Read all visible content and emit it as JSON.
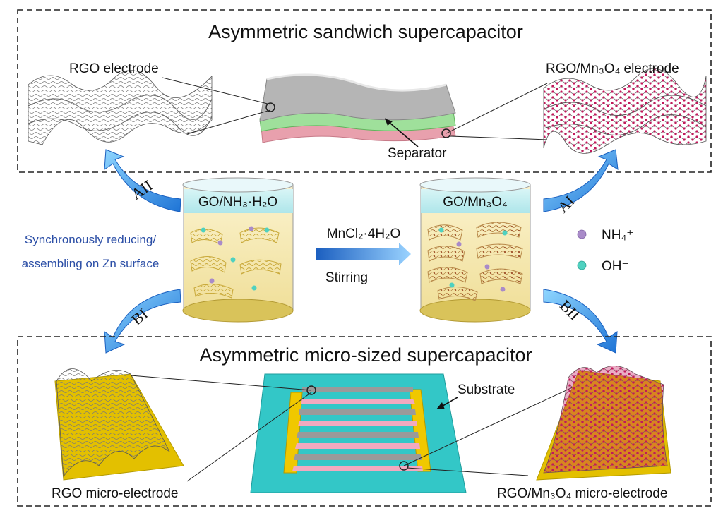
{
  "top_panel": {
    "title": "Asymmetric sandwich supercapacitor",
    "left_label": "RGO electrode",
    "right_label": "RGO/Mn₃O₄ electrode",
    "separator_label": "Separator"
  },
  "bottom_panel": {
    "title": "Asymmetric micro-sized supercapacitor",
    "left_label": "RGO micro-electrode",
    "right_label": "RGO/Mn₃O₄ micro-electrode",
    "substrate_label": "Substrate"
  },
  "beakers": {
    "left_label": "GO/NH₃·H₂O",
    "right_label": "GO/Mn₃O₄"
  },
  "process": {
    "reagent": "MnCl₂·4H₂O",
    "action": "Stirring",
    "note_line1": "Synchronously reducing/",
    "note_line2": "assembling on Zn surface"
  },
  "arrows": {
    "top_left": "AII",
    "top_right": "AI",
    "bottom_left": "BI",
    "bottom_right": "BII"
  },
  "legend": {
    "ion1": "NH₄⁺",
    "ion2": "OH⁻"
  },
  "colors": {
    "ion_purple": "#a98bc9",
    "ion_teal": "#4fd1c0",
    "mn3o4_magenta": "#c2185b",
    "substrate": "#33c7c7",
    "gold": "#e8c000",
    "arrow_blue": "#2f8fe0"
  }
}
